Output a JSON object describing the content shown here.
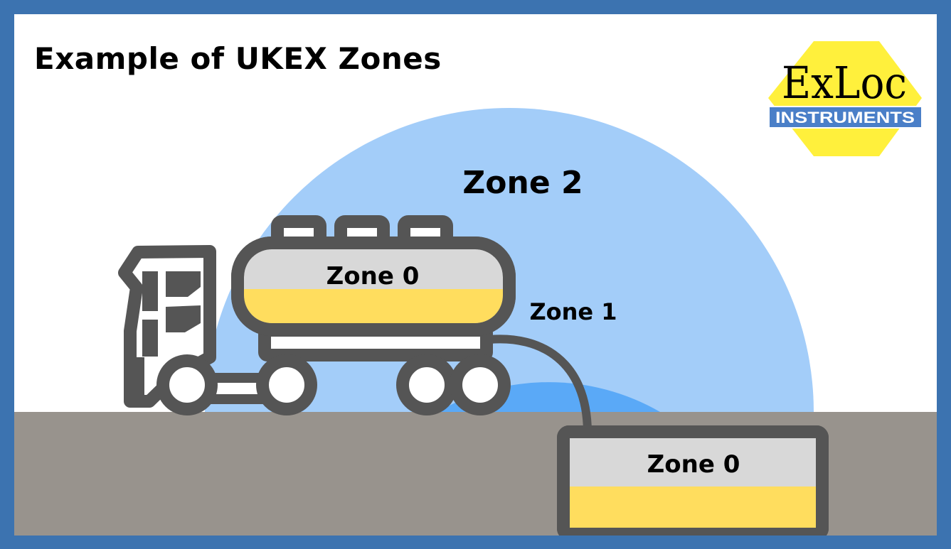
{
  "title": "Example of UKEX Zones",
  "logo": {
    "word": "ExLoc",
    "sub": "INSTRUMENTS"
  },
  "zones": {
    "zone2": "Zone 2",
    "zone1": "Zone 1",
    "tanker_zone0": "Zone 0",
    "underground_zone0": "Zone 0"
  },
  "colors": {
    "border": "#3c73b0",
    "zone2": "#a3cdf9",
    "zone1": "#5aa9f7",
    "ground": "#98938d",
    "liquid": "#ffdd5e",
    "vapour": "#d8d8d8",
    "outline": "#555555",
    "logo_hex": "#fff03c",
    "logo_band": "#4a7fc8"
  },
  "icons": {
    "truck": "tanker-truck-icon",
    "tank": "underground-tank-icon"
  }
}
